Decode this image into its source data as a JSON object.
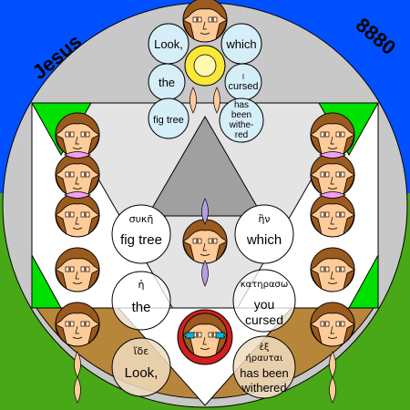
{
  "title_left": "Jesus",
  "title_right": "8880",
  "flower_top": {
    "look": "Look,",
    "which": "which",
    "the": "the",
    "cursed_1": "I",
    "cursed_2": "cursed",
    "fig_tree": "fig tree",
    "withered_1": "has",
    "withered_2": "been",
    "withered_3": "withe-",
    "withered_4": "red"
  },
  "lower": {
    "syke": {
      "greek": "συκῆ",
      "english": "fig tree"
    },
    "hen": {
      "greek": "ἣν",
      "english": "which"
    },
    "he": {
      "greek": "ἡ",
      "english": "the"
    },
    "katerasw": {
      "greek": "κατηρασω",
      "english_1": "you",
      "english_2": "cursed"
    },
    "ide": {
      "greek": "ἴδε",
      "english": "Look,"
    },
    "exeranthai": {
      "greek_1": "ἐξ",
      "greek_2": "ήραυται",
      "english_1": "has been",
      "english_2": "withered"
    }
  },
  "colors": {
    "sky": "#0050FF",
    "grass": "#48A818",
    "disk": "#C8C8C8",
    "triangle_green": "#00E000",
    "triangle_gray": "#A0A0A0",
    "ground_brown": "#B8863B",
    "skin": "#FFCC99",
    "hair": "#9B5A1E",
    "bubble_light": "#D6EEF8",
    "bubble_white": "#FFFFFF",
    "petal_pink": "#F0A0F0",
    "petal_purple": "#B4A0E0",
    "petal_olive": "#A0A870",
    "yellow": "#F8E838",
    "red": "#D02020",
    "eye_cyan": "#00B8E0"
  }
}
